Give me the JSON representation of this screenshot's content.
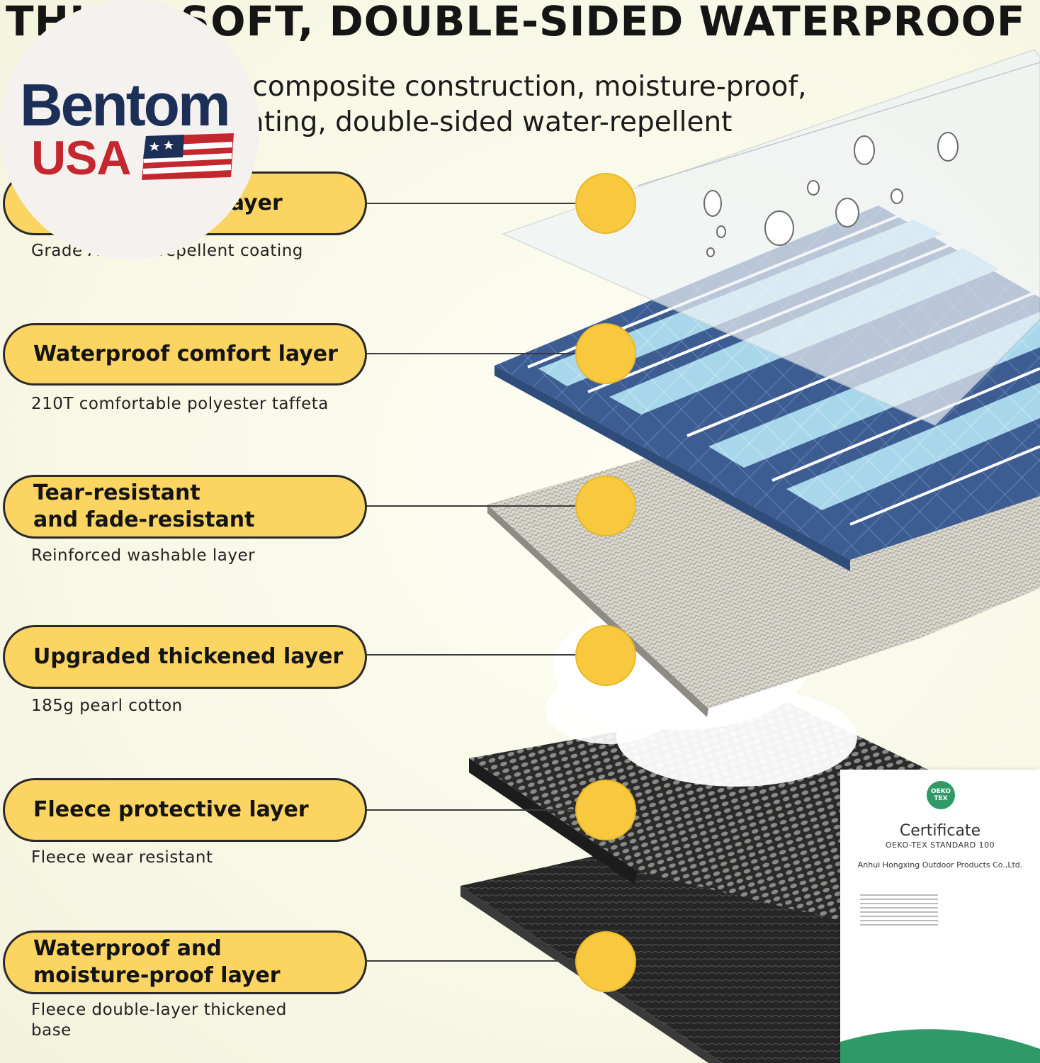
{
  "headline": "THICK, SOFT, DOUBLE-SIDED WATERPROOF",
  "subheading": {
    "line1": "r composite construction, moisture-proof,",
    "line2": "lating, double-sided water-repellent"
  },
  "logo": {
    "line1": "Bentom",
    "line2": "USA",
    "colors": {
      "navy": "#1b2f57",
      "red": "#c4282f"
    }
  },
  "layers": [
    {
      "title_lines": [
        "Top waterproof layer"
      ],
      "caption": "Grade A water repellent coating"
    },
    {
      "title_lines": [
        "Waterproof comfort layer"
      ],
      "caption": "210T comfortable polyester taffeta"
    },
    {
      "title_lines": [
        "Tear-resistant",
        "and fade-resistant"
      ],
      "caption": "Reinforced washable layer"
    },
    {
      "title_lines": [
        "Upgraded thickened layer"
      ],
      "caption": "185g pearl cotton"
    },
    {
      "title_lines": [
        "Fleece protective layer"
      ],
      "caption": "Fleece wear resistant"
    },
    {
      "title_lines": [
        "Waterproof and",
        "moisture-proof layer"
      ],
      "caption": "Fleece double-layer thickened base"
    }
  ],
  "certificate": {
    "badge_line1": "OEKO",
    "badge_line2": "TEX",
    "title": "Certificate",
    "standard": "OEKO-TEX STANDARD 100",
    "company": "Anhui Hongxing Outdoor Products Co.,Ltd."
  },
  "colors": {
    "pill": "#fbd462",
    "dot": "#f8c93e",
    "background": "#fbfbee",
    "stripe_dark": "#3d5d92",
    "stripe_light": "#a8d6ea",
    "cert_green": "#2f9a68"
  }
}
